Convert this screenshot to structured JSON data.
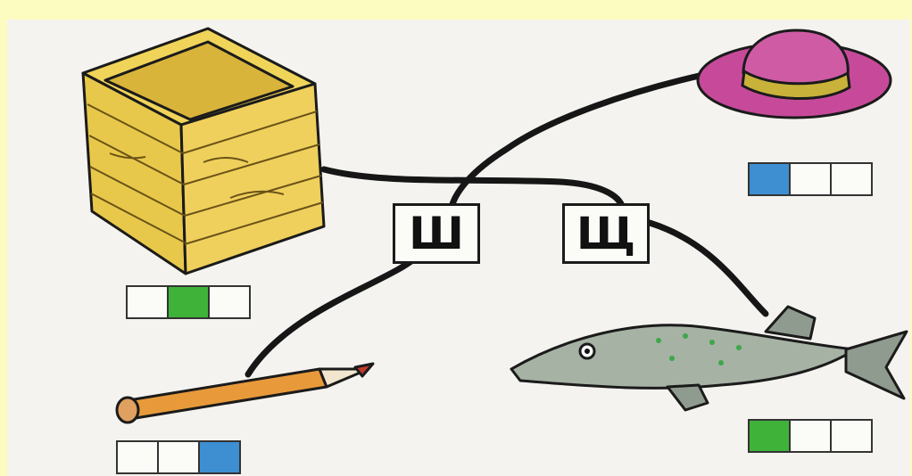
{
  "slide": {
    "title": ""
  },
  "letters": [
    "Ш",
    "Щ"
  ],
  "pictures": [
    {
      "name": "box",
      "sound_scheme": [
        "empty",
        "green",
        "empty"
      ]
    },
    {
      "name": "hat",
      "sound_scheme": [
        "blue",
        "empty",
        "empty"
      ]
    },
    {
      "name": "pencil",
      "sound_scheme": [
        "empty",
        "empty",
        "blue"
      ]
    },
    {
      "name": "pike",
      "sound_scheme": [
        "green",
        "empty",
        "empty"
      ]
    }
  ],
  "colors": {
    "background_frame": "#fdfcc0",
    "paper": "#f4f3ef",
    "consonant_hard": "#3d8fd1",
    "consonant_soft": "#3fb23a",
    "box_wood": "#e8c84a",
    "hat": "#c74a9a",
    "hat_band": "#c9b23a",
    "pencil": "#e89a3a",
    "fish": "#9aa79a"
  }
}
